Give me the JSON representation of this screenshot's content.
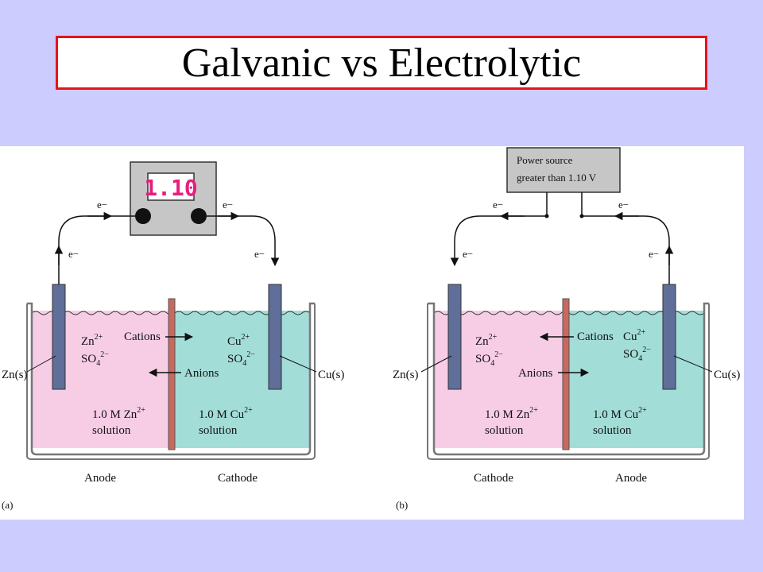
{
  "slide": {
    "title": "Galvanic vs Electrolytic"
  },
  "colors": {
    "background": "#ccccff",
    "title_border": "#e8121c",
    "anode_solution": "#f7cde6",
    "cathode_solution": "#a3ddd8",
    "electrode": "#5f6f9a",
    "salt_bridge": "#c8695e",
    "meter_display": "#e81d7f"
  },
  "figure_a": {
    "meter_reading": "1.10",
    "e_label_top_left": "e−",
    "e_label_top_right": "e−",
    "e_label_side_left": "e−",
    "e_label_side_right": "e−",
    "left_metal": "Zn(s)",
    "right_metal": "Cu(s)",
    "left_ions_1": "Zn",
    "left_ions_1_sup": "2+",
    "left_ions_2": "SO",
    "left_ions_2_sub": "4",
    "left_ions_2_sup": "2−",
    "right_ions_1": "Cu",
    "right_ions_1_sup": "2+",
    "right_ions_2": "SO",
    "right_ions_2_sub": "4",
    "right_ions_2_sup": "2−",
    "cations_label": "Cations",
    "anions_label": "Anions",
    "left_solution_line1": "1.0 M Zn",
    "left_solution_line1_sup": "2+",
    "left_solution_line2": "solution",
    "right_solution_line1": "1.0 M Cu",
    "right_solution_line1_sup": "2+",
    "right_solution_line2": "solution",
    "left_role": "Anode",
    "right_role": "Cathode",
    "panel_label": "(a)"
  },
  "figure_b": {
    "power_source_line1": "Power source",
    "power_source_line2": "greater than 1.10 V",
    "e_label_top_left": "e−",
    "e_label_top_right": "e−",
    "e_label_side_left": "e−",
    "e_label_side_right": "e−",
    "left_metal": "Zn(s)",
    "right_metal": "Cu(s)",
    "left_ions_1": "Zn",
    "left_ions_1_sup": "2+",
    "left_ions_2": "SO",
    "left_ions_2_sub": "4",
    "left_ions_2_sup": "2−",
    "right_ions_1": "Cu",
    "right_ions_1_sup": "2+",
    "right_ions_2": "SO",
    "right_ions_2_sub": "4",
    "right_ions_2_sup": "2−",
    "cations_label": "Cations",
    "anions_label": "Anions",
    "left_solution_line1": "1.0 M Zn",
    "left_solution_line1_sup": "2+",
    "left_solution_line2": "solution",
    "right_solution_line1": "1.0 M Cu",
    "right_solution_line1_sup": "2+",
    "right_solution_line2": "solution",
    "left_role": "Cathode",
    "right_role": "Anode",
    "panel_label": "(b)"
  }
}
